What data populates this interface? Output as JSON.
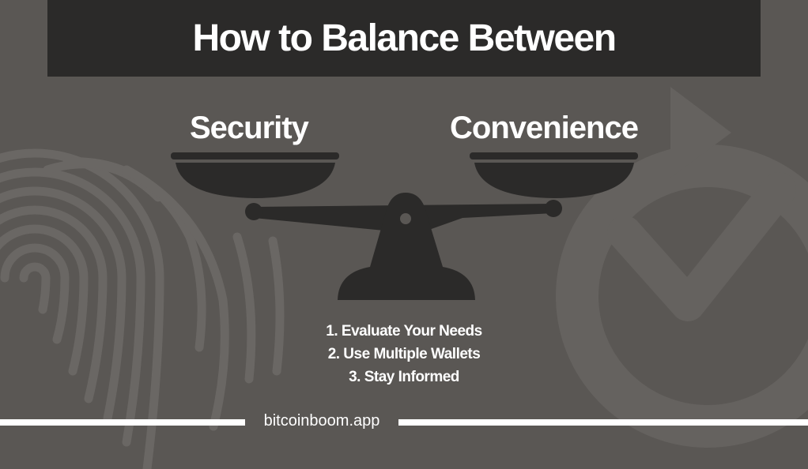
{
  "title": "How to Balance Between",
  "scale": {
    "left_label": "Security",
    "right_label": "Convenience"
  },
  "steps": [
    "1. Evaluate Your Needs",
    "2. Use Multiple Wallets",
    "3. Stay Informed"
  ],
  "footer": {
    "url": "bitcoinboom.app"
  },
  "colors": {
    "background": "#5a5754",
    "title_bar": "#2b2a29",
    "scale": "#2b2a29",
    "text": "#ffffff"
  },
  "icons": [
    "fingerprint-icon",
    "clock-check-icon",
    "balance-scale-icon"
  ]
}
